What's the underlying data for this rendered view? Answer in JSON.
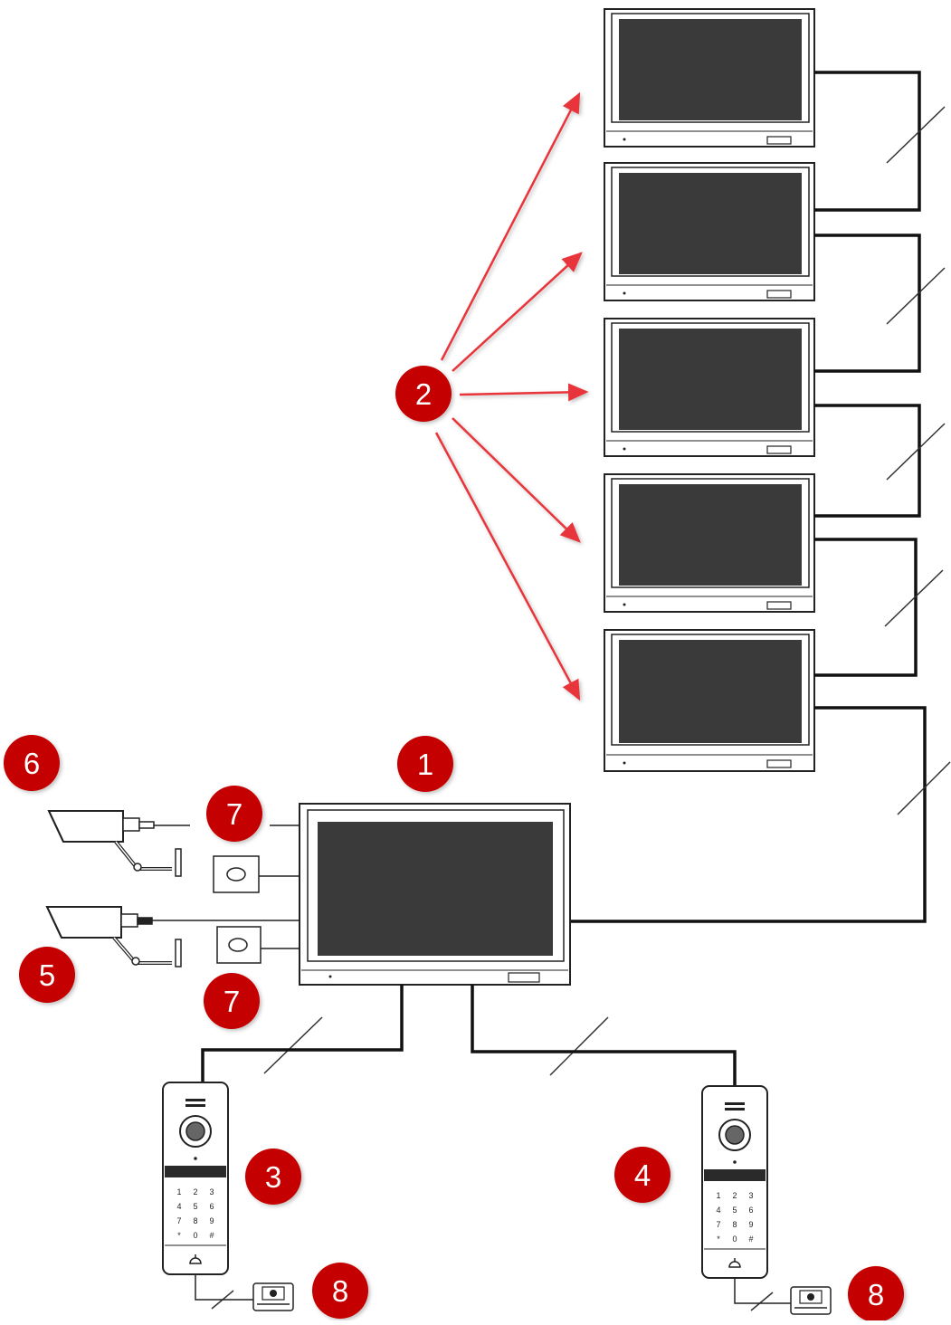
{
  "callouts": {
    "c1": "1",
    "c2": "2",
    "c3": "3",
    "c4": "4",
    "c5": "5",
    "c6": "6",
    "c7a": "7",
    "c7b": "7",
    "c8a": "8",
    "c8b": "8"
  },
  "keypad_keys": [
    "1",
    "2",
    "3",
    "4",
    "5",
    "6",
    "7",
    "8",
    "9",
    "*",
    "0",
    "#"
  ],
  "colors": {
    "callout_fill": "#c40000",
    "callout_text": "#ffffff",
    "arrow": "#e8353b",
    "wire": "#111111",
    "screen": "#3a3a3a",
    "device_outline": "#222222"
  }
}
